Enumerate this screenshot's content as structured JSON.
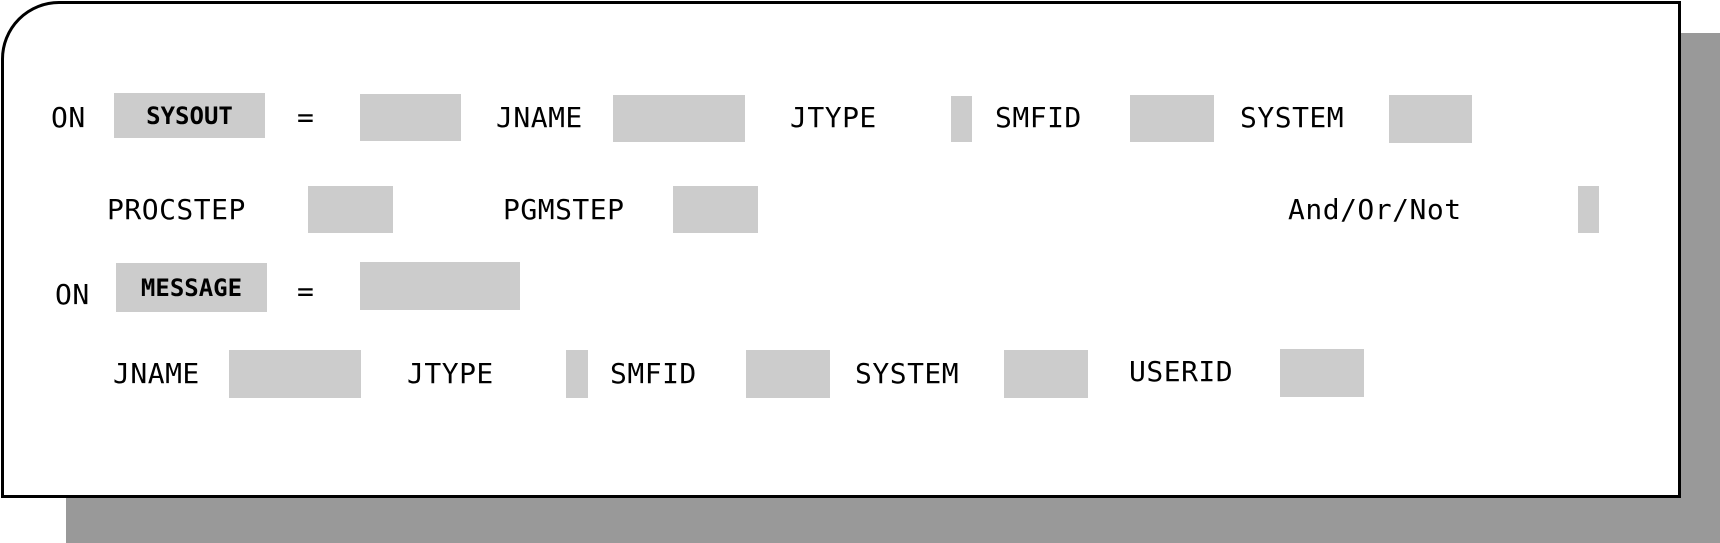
{
  "row1": {
    "on": "ON",
    "keyword": "SYSOUT",
    "equals": "=",
    "value": "",
    "jname_label": "JNAME",
    "jname_value": "",
    "jtype_label": "JTYPE",
    "jtype_value": "",
    "smfid_label": "SMFID",
    "smfid_value": "",
    "system_label": "SYSTEM",
    "system_value": ""
  },
  "row2": {
    "procstep_label": "PROCSTEP",
    "procstep_value": "",
    "pgmstep_label": "PGMSTEP",
    "pgmstep_value": "",
    "andornot_label": "And/Or/Not",
    "andornot_value": ""
  },
  "row3": {
    "on": "ON",
    "keyword": "MESSAGE",
    "equals": "=",
    "value": ""
  },
  "row4": {
    "jname_label": "JNAME",
    "jname_value": "",
    "jtype_label": "JTYPE",
    "jtype_value": "",
    "smfid_label": "SMFID",
    "smfid_value": "",
    "system_label": "SYSTEM",
    "system_value": "",
    "userid_label": "USERID",
    "userid_value": ""
  },
  "colors": {
    "field_bg": "#cccccc",
    "shadow": "#999999",
    "border": "#000000"
  }
}
